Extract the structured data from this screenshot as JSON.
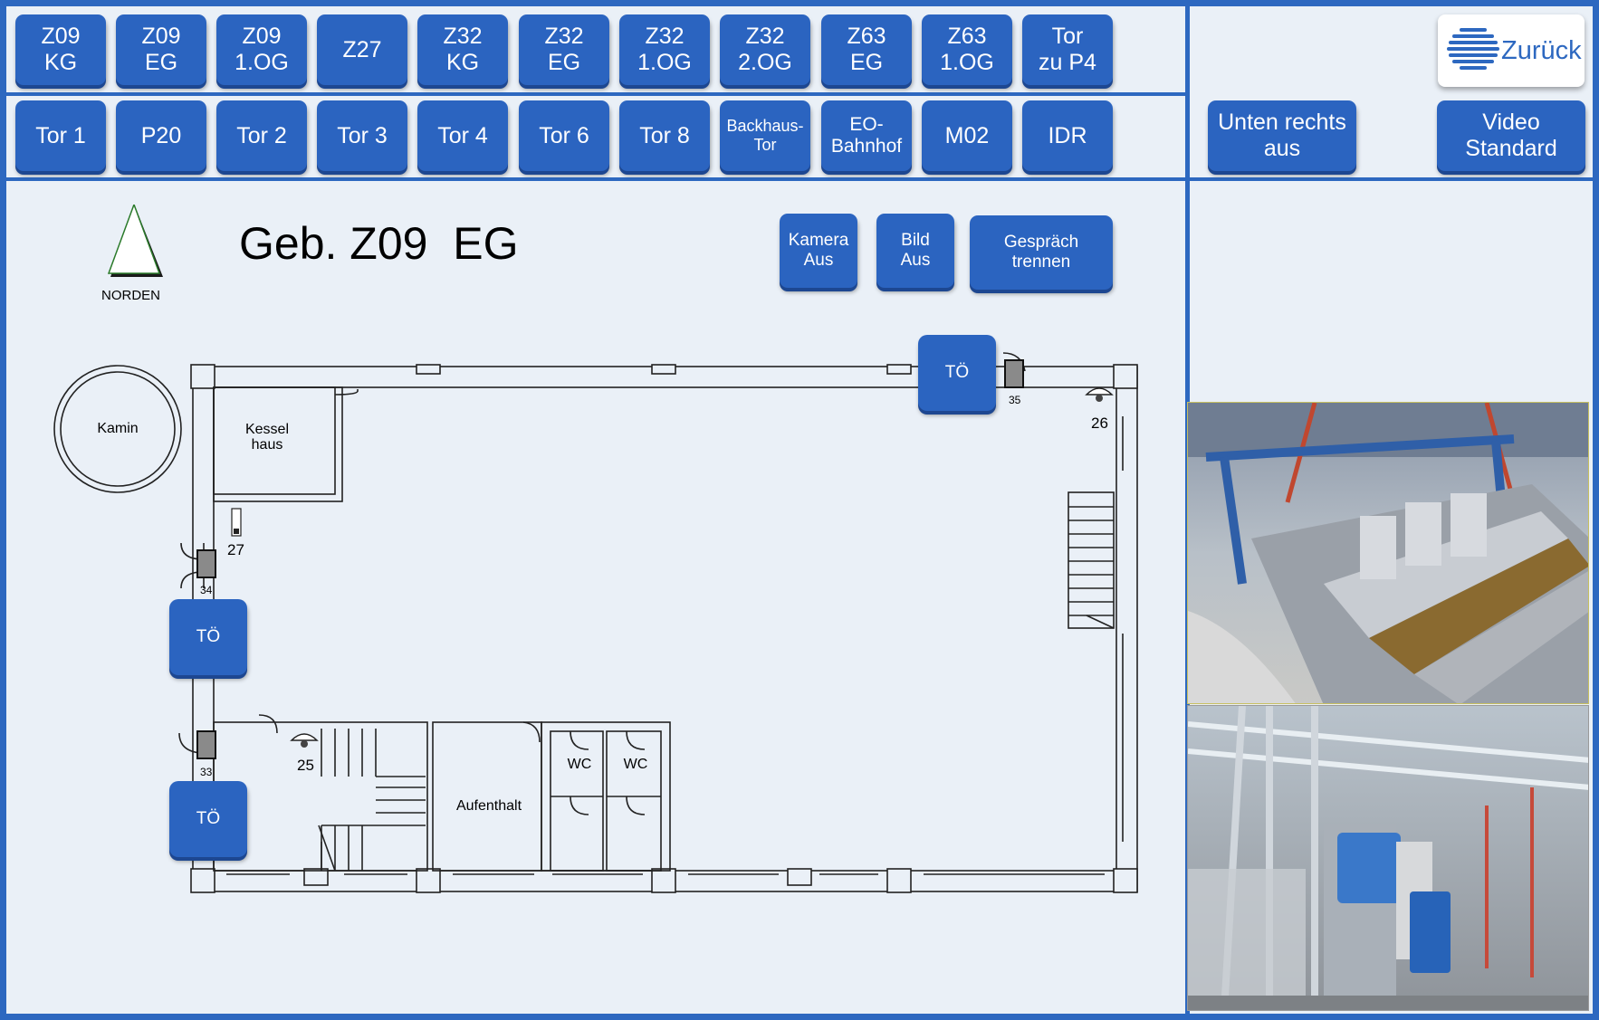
{
  "nav_row1": [
    {
      "label": "Z09\nKG"
    },
    {
      "label": "Z09\nEG"
    },
    {
      "label": "Z09\n1.OG"
    },
    {
      "label": "Z27"
    },
    {
      "label": "Z32\nKG"
    },
    {
      "label": "Z32\nEG"
    },
    {
      "label": "Z32\n1.OG"
    },
    {
      "label": "Z32\n2.OG"
    },
    {
      "label": "Z63\nEG"
    },
    {
      "label": "Z63\n1.OG"
    },
    {
      "label": "Tor\nzu P4"
    }
  ],
  "nav_row2": [
    {
      "label": "Tor 1"
    },
    {
      "label": "P20"
    },
    {
      "label": "Tor 2"
    },
    {
      "label": "Tor 3"
    },
    {
      "label": "Tor 4"
    },
    {
      "label": "Tor 6"
    },
    {
      "label": "Tor 8"
    },
    {
      "label": "Backhaus-\nTor"
    },
    {
      "label": "EO-\nBahnhof"
    },
    {
      "label": "M02"
    },
    {
      "label": "IDR"
    }
  ],
  "right_panel": {
    "back_label": "Zurück",
    "unten_rechts": "Unten rechts\naus",
    "video_standard": "Video\nStandard"
  },
  "header": {
    "north_label": "NORDEN",
    "title": "Geb. Z09  EG"
  },
  "controls": {
    "camera_off": "Kamera\nAus",
    "image_off": "Bild\nAus",
    "hangup": "Gespräch\ntrennen"
  },
  "floorplan": {
    "rooms": {
      "kamin": "Kamin",
      "kesselhaus": "Kessel\nhaus",
      "aufenthalt": "Aufenthalt",
      "wc1": "WC",
      "wc2": "WC"
    },
    "door_buttons": {
      "top": "TÖ",
      "left_upper": "TÖ",
      "left_lower": "TÖ"
    },
    "cameras": {
      "c26": "26",
      "c27": "27",
      "c25": "25"
    },
    "doors": {
      "d35": "35",
      "d34": "34",
      "d33": "33"
    }
  },
  "colors": {
    "accent": "#2b64c0",
    "frame": "#2d68c0",
    "background": "#eaf0f7"
  }
}
